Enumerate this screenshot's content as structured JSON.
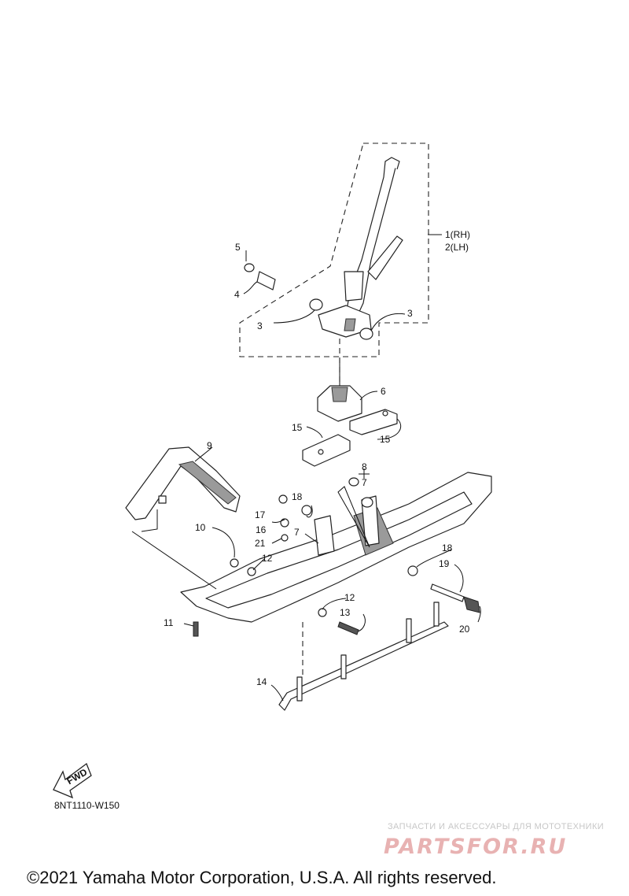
{
  "callouts": [
    {
      "id": "1",
      "text": "1(RH)"
    },
    {
      "id": "2",
      "text": "2(LH)"
    },
    {
      "id": "3a",
      "text": "3"
    },
    {
      "id": "3b",
      "text": "3"
    },
    {
      "id": "4",
      "text": "4"
    },
    {
      "id": "5",
      "text": "5"
    },
    {
      "id": "6",
      "text": "6"
    },
    {
      "id": "7a",
      "text": "7"
    },
    {
      "id": "7b",
      "text": "7"
    },
    {
      "id": "8",
      "text": "8"
    },
    {
      "id": "9",
      "text": "9"
    },
    {
      "id": "10",
      "text": "10"
    },
    {
      "id": "11",
      "text": "11"
    },
    {
      "id": "12a",
      "text": "12"
    },
    {
      "id": "12b",
      "text": "12"
    },
    {
      "id": "13",
      "text": "13"
    },
    {
      "id": "14",
      "text": "14"
    },
    {
      "id": "15a",
      "text": "15"
    },
    {
      "id": "15b",
      "text": "15"
    },
    {
      "id": "16",
      "text": "16"
    },
    {
      "id": "17",
      "text": "17"
    },
    {
      "id": "18a",
      "text": "18"
    },
    {
      "id": "18b",
      "text": "18"
    },
    {
      "id": "19",
      "text": "19"
    },
    {
      "id": "20",
      "text": "20"
    },
    {
      "id": "21",
      "text": "21"
    }
  ],
  "fwd_label": "FWD",
  "diagram_code": "8NT1110-W150",
  "watermark": {
    "tagline": "ЗАПЧАСТИ И АКСЕССУАРЫ ДЛЯ МОТОТЕХНИКИ",
    "logo": "PARTSFOR.RU"
  },
  "copyright": "©2021 Yamaha Motor Corporation, U.S.A. All rights reserved."
}
